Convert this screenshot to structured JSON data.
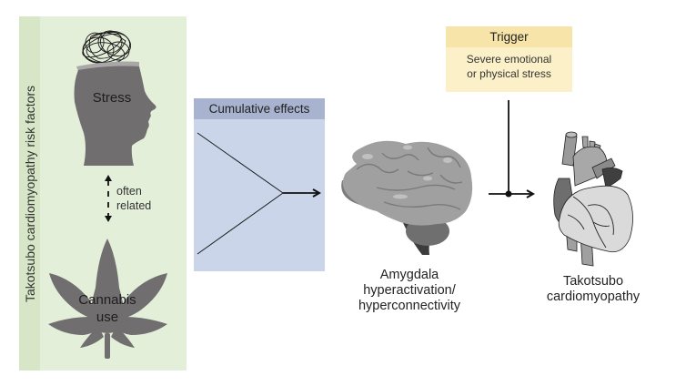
{
  "risk_factors": {
    "title": "Takotsubo cardiomyopathy risk factors",
    "stress_label": "Stress",
    "cannabis_label_line1": "Cannabis",
    "cannabis_label_line2": "use",
    "relation_line1": "often",
    "relation_line2": "related",
    "icons": [
      "head-with-scribble-icon",
      "cannabis-leaf-icon",
      "dashed-double-arrow-icon"
    ]
  },
  "cumulative": {
    "header": "Cumulative effects"
  },
  "brain": {
    "caption_line1": "Amygdala",
    "caption_line2": "hyperactivation/",
    "caption_line3": "hyperconnectivity",
    "icon": "brain-icon"
  },
  "trigger": {
    "header": "Trigger",
    "body_line1": "Severe emotional",
    "body_line2": "or physical stress"
  },
  "outcome": {
    "caption_line1": "Takotsubo",
    "caption_line2": "cardiomyopathy",
    "icon": "heart-icon"
  },
  "colors": {
    "risk_panel": "#e4efda",
    "risk_strip": "#d6e6c7",
    "cumulative_box": "#cbd5ea",
    "cumulative_header": "#a7b3cf",
    "trigger_box": "#fbf0c8",
    "trigger_header": "#f7e4a8",
    "silhouette": "#706e6e"
  }
}
